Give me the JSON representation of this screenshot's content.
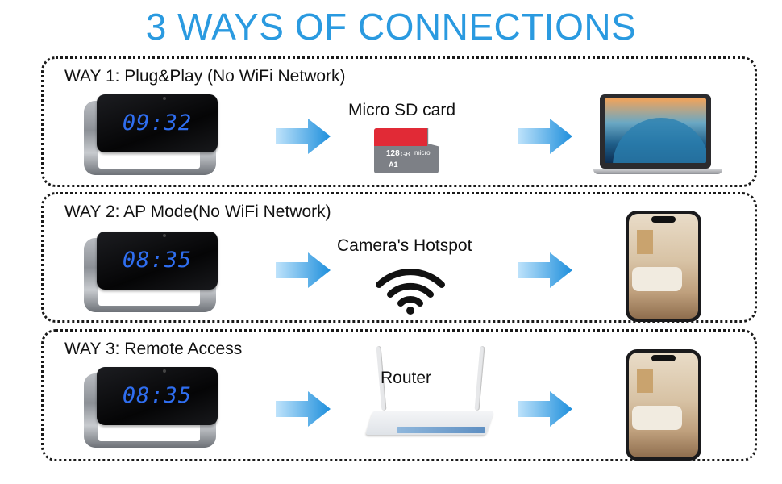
{
  "title": "3 WAYS OF CONNECTIONS",
  "ways": [
    {
      "label": "WAY 1: Plug&Play (No WiFi Network)",
      "clock_time": "09:32",
      "middle_label": "Micro SD card",
      "middle_icon": "micro-sd-card-icon",
      "end_icon": "laptop-icon"
    },
    {
      "label": "WAY 2: AP Mode(No WiFi Network)",
      "clock_time": "08:35",
      "middle_label": "Camera's Hotspot",
      "middle_icon": "wifi-icon",
      "end_icon": "smartphone-icon"
    },
    {
      "label": "WAY 3: Remote Access",
      "clock_time": "08:35",
      "middle_label": "Router",
      "middle_icon": "router-icon",
      "end_icon": "smartphone-icon"
    }
  ],
  "sd_card": {
    "capacity": "128",
    "unit": "GB",
    "brand": "micro",
    "rating": "A1"
  },
  "colors": {
    "title": "#2a9ae0",
    "arrow": "#2a9ae0",
    "clock_digits": "#2f6ef0",
    "sd_red": "#e12a36"
  }
}
